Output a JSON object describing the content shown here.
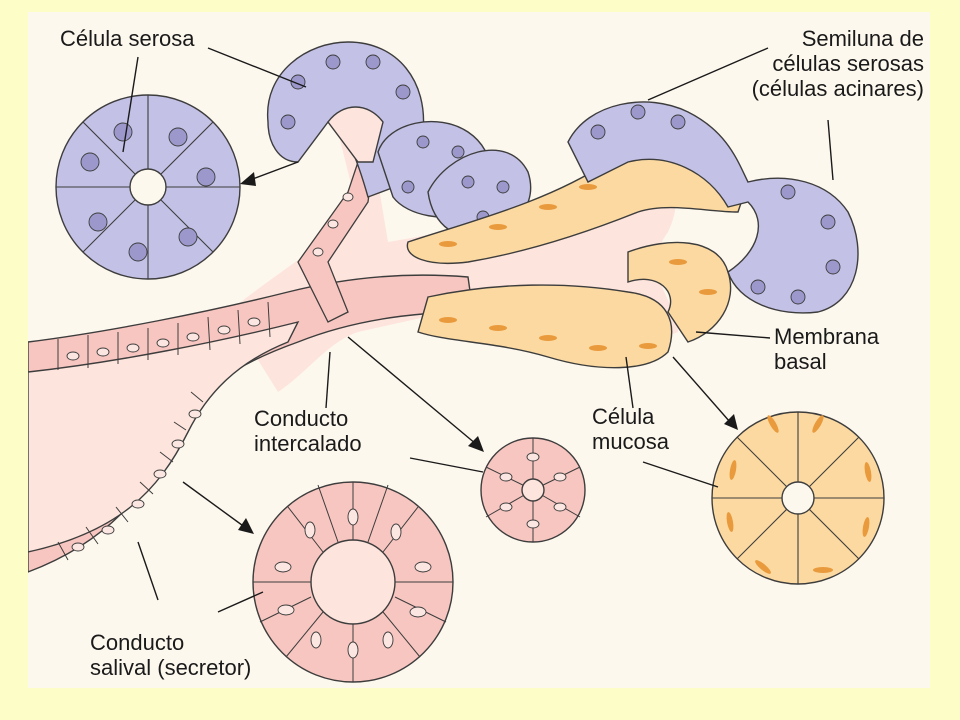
{
  "labels": {
    "celula_serosa": "Célula serosa",
    "semiluna": [
      "Semiluna de",
      "células serosas",
      "(células acinares)"
    ],
    "membrana_basal": [
      "Membrana",
      "basal"
    ],
    "celula_mucosa": [
      "Célula",
      "mucosa"
    ],
    "conducto_intercalado": [
      "Conducto",
      "intercalado"
    ],
    "conducto_salival": [
      "Conducto",
      "salival (secretor)"
    ]
  },
  "colors": {
    "page_background": "#fdfdc8",
    "panel_background": "#fdf8ee",
    "serous_cell": "#c3c1e6",
    "serous_nucleus": "#9c98cc",
    "mucous_cell": "#fbd9a0",
    "mucous_nucleus": "#e99a3c",
    "duct_cell": "#f8c6c0",
    "lumen": "#fde4dc",
    "outline": "#3d3d3d"
  }
}
